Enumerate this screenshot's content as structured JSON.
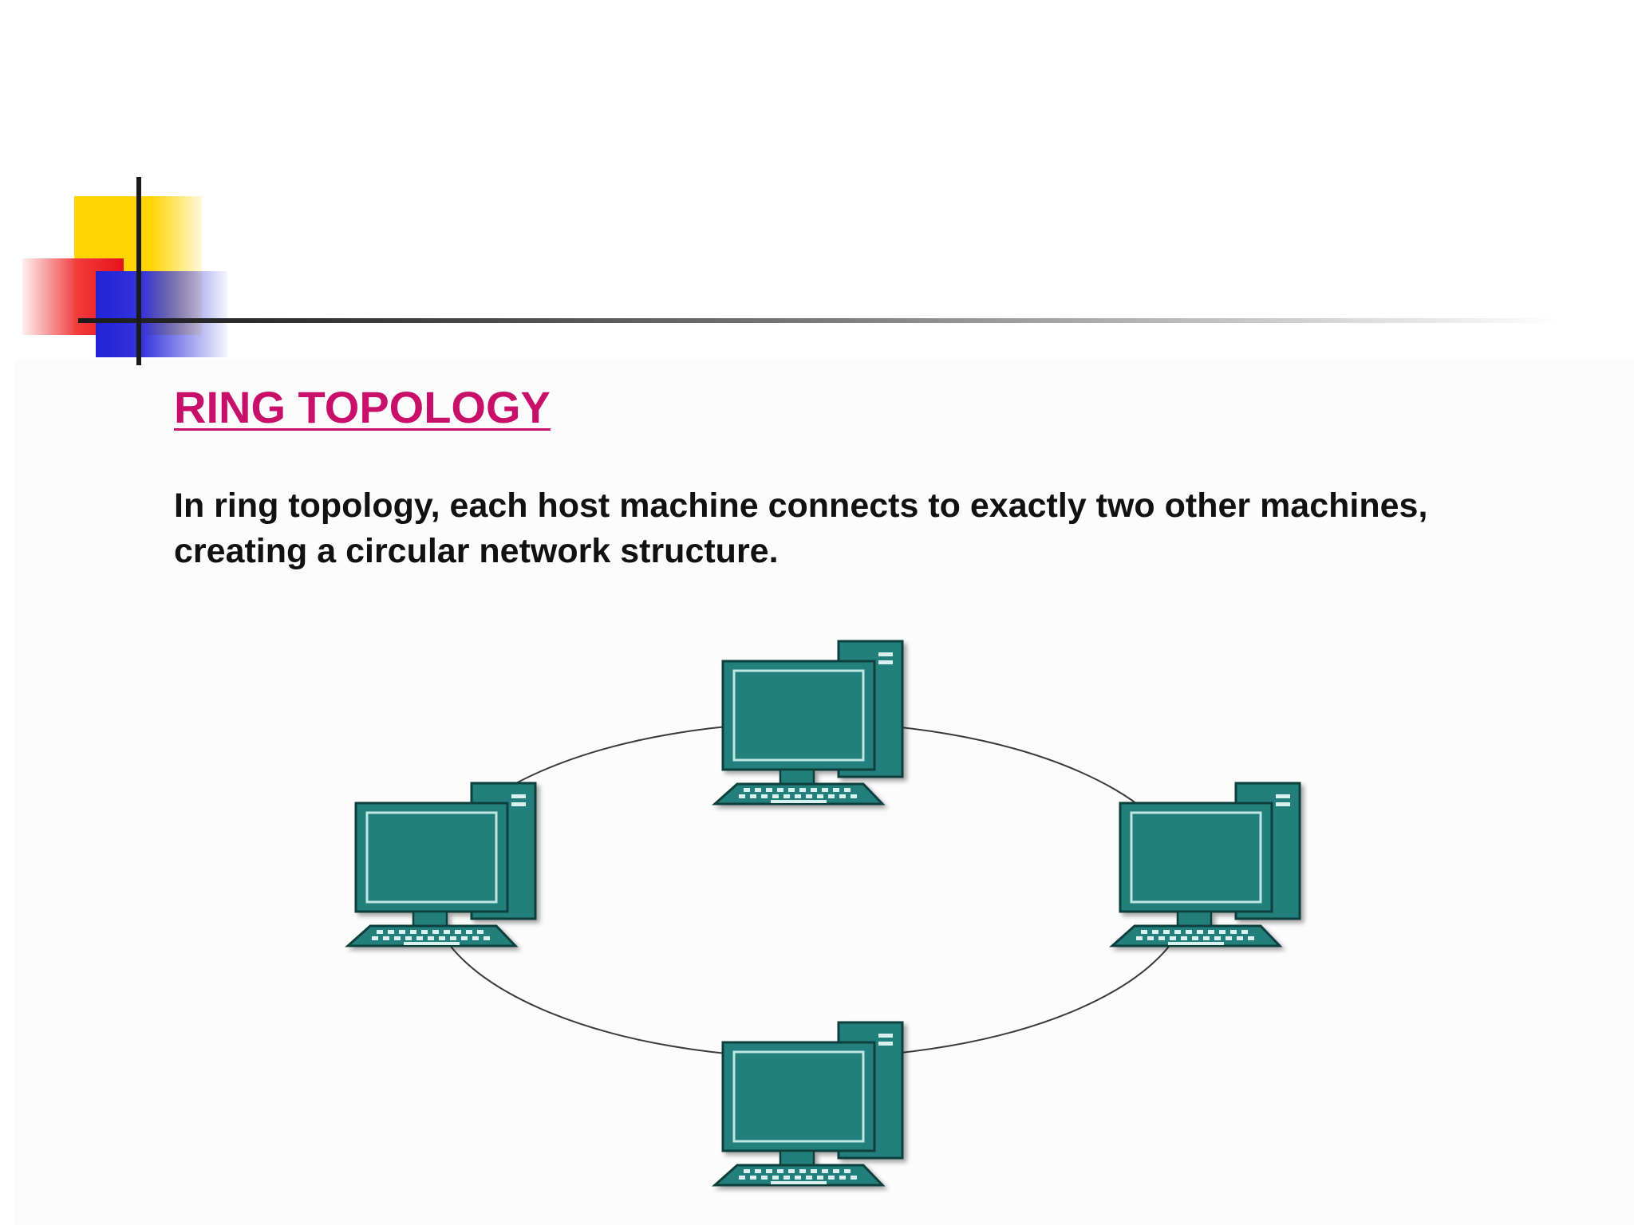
{
  "slide": {
    "title": "RING TOPOLOGY",
    "description": "In ring topology, each host machine connects to exactly two other machines, creating a circular network structure."
  },
  "diagram": {
    "topology": "ring",
    "node_count": 4,
    "nodes": [
      {
        "id": "top",
        "kind": "desktop-computer"
      },
      {
        "id": "left",
        "kind": "desktop-computer"
      },
      {
        "id": "right",
        "kind": "desktop-computer"
      },
      {
        "id": "bottom",
        "kind": "desktop-computer"
      }
    ],
    "colors": {
      "computer_fill": "#237F7C",
      "computer_stroke": "#0E3F3E",
      "title": "#C8106A",
      "ring_line": "#3a3a3a"
    }
  }
}
